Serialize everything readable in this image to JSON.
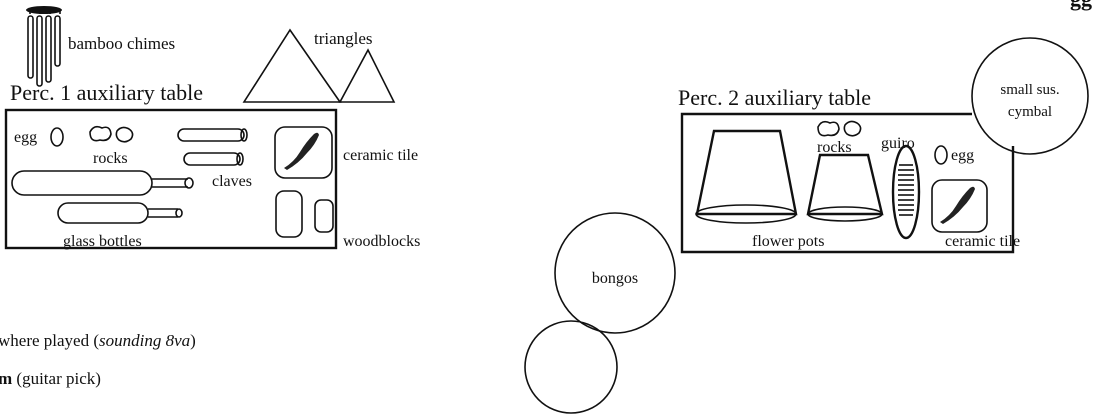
{
  "perc1": {
    "table_title": "Perc. 1 auxiliary table",
    "bamboo_chimes": "bamboo chimes",
    "triangles": "triangles",
    "egg": "egg",
    "rocks": "rocks",
    "claves": "claves",
    "ceramic_tile": "ceramic tile",
    "glass_bottles": "glass bottles",
    "woodblocks": "woodblocks"
  },
  "perc2": {
    "table_title": "Perc. 2 auxiliary table",
    "small_cymbal_line1": "small sus.",
    "small_cymbal_line2": "cymbal",
    "rocks": "rocks",
    "guiro": "guiro",
    "egg": "egg",
    "flower_pots": "flower pots",
    "ceramic_tile": "ceramic tile",
    "bongos": "bongos"
  },
  "notes": {
    "line1_text": "where played (",
    "line1_italic": "sounding 8va",
    "line1_close": ")",
    "line2_bold": "m",
    "line2_text": " (guitar pick)",
    "top_bold_fragment": "gg"
  },
  "colors": {
    "ink": "#111111",
    "paper": "#ffffff"
  }
}
